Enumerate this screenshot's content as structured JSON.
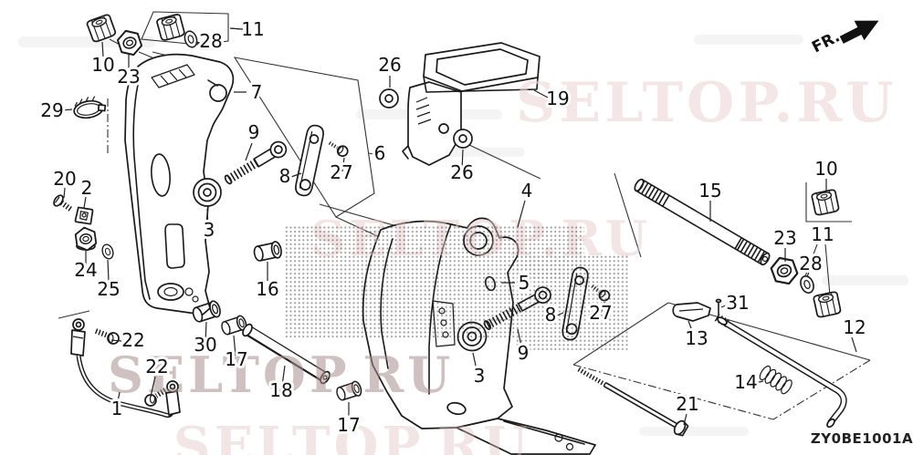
{
  "figure": {
    "fr_label": "FR.",
    "part_code": "ZY0BE1001A"
  },
  "watermark": {
    "text": "SELTOP.RU",
    "color_light": "#eed7d7",
    "color_dark": "#a98f8f"
  },
  "callouts": [
    {
      "label": "10"
    },
    {
      "label": "23"
    },
    {
      "label": "28"
    },
    {
      "label": "11"
    },
    {
      "label": "7"
    },
    {
      "label": "29"
    },
    {
      "label": "26"
    },
    {
      "label": "19"
    },
    {
      "label": "9"
    },
    {
      "label": "8"
    },
    {
      "label": "27"
    },
    {
      "label": "6"
    },
    {
      "label": "20"
    },
    {
      "label": "2"
    },
    {
      "label": "3"
    },
    {
      "label": "24"
    },
    {
      "label": "25"
    },
    {
      "label": "16"
    },
    {
      "label": "30"
    },
    {
      "label": "17"
    },
    {
      "label": "18"
    },
    {
      "label": "17"
    },
    {
      "label": "22"
    },
    {
      "label": "22"
    },
    {
      "label": "1"
    },
    {
      "label": "26"
    },
    {
      "label": "4"
    },
    {
      "label": "5"
    },
    {
      "label": "8"
    },
    {
      "label": "27"
    },
    {
      "label": "9"
    },
    {
      "label": "3"
    },
    {
      "label": "15"
    },
    {
      "label": "10"
    },
    {
      "label": "11"
    },
    {
      "label": "23"
    },
    {
      "label": "28"
    },
    {
      "label": "31"
    },
    {
      "label": "13"
    },
    {
      "label": "12"
    },
    {
      "label": "14"
    },
    {
      "label": "21"
    }
  ]
}
